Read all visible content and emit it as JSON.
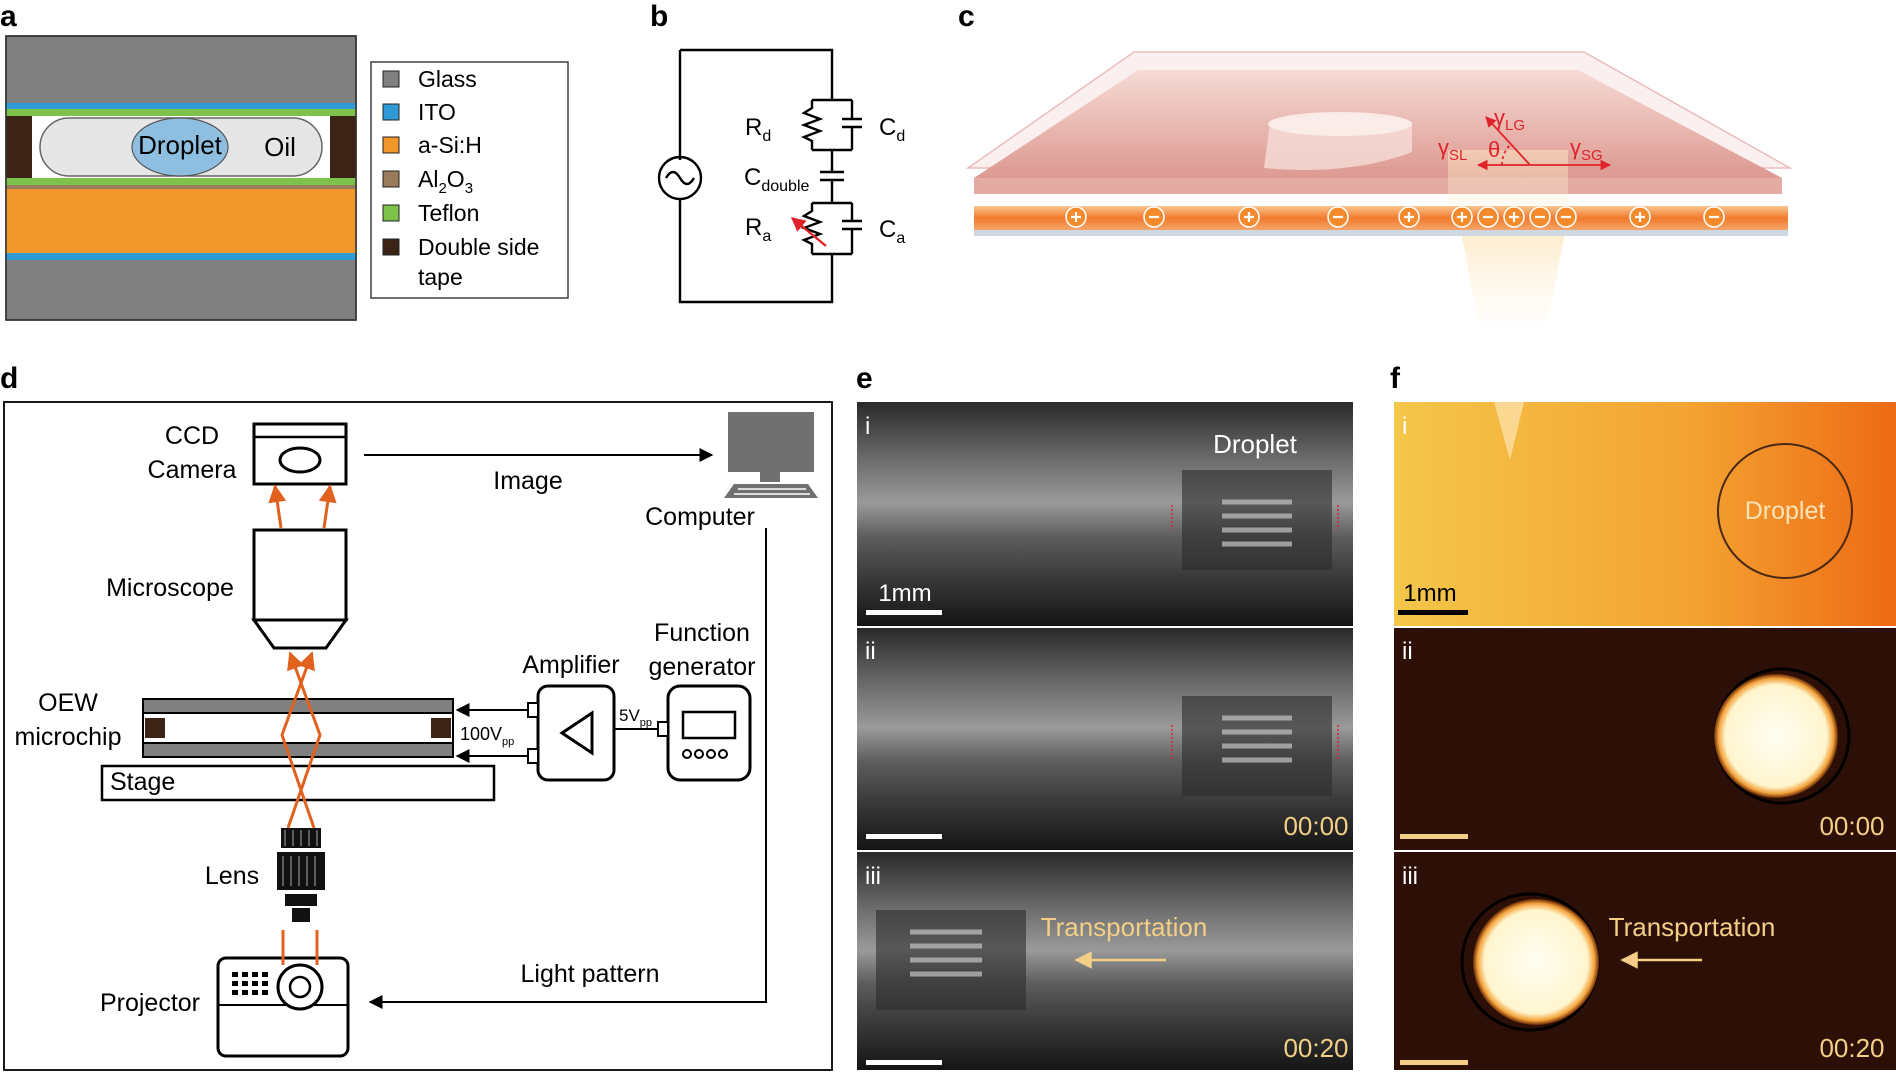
{
  "panels": {
    "a": {
      "letter": "a",
      "droplet": "Droplet",
      "oil": "Oil",
      "legend": {
        "glass": "Glass",
        "ito": "ITO",
        "asi": "a-Si:H",
        "al2o3_a": "Al",
        "al2o3_sub2": "2",
        "al2o3_b": "O",
        "al2o3_sub3": "3",
        "teflon": "Teflon",
        "tape_1": "Double side",
        "tape_2": "tape"
      },
      "colors": {
        "glass": "#808080",
        "ito": "#2e9bd6",
        "asi": "#f0962b",
        "al2o3": "#9a7b5b",
        "teflon": "#7cc24b",
        "tape": "#3b2315",
        "droplet": "#8fbfe0",
        "oil": "#e6e6e6"
      }
    },
    "b": {
      "letter": "b",
      "rd": "R",
      "rd_sub": "d",
      "cd": "C",
      "cd_sub": "d",
      "cdouble": "C",
      "cdouble_sub": "double",
      "ra": "R",
      "ra_sub": "a",
      "ca": "C",
      "ca_sub": "a"
    },
    "c": {
      "letter": "c",
      "gamma": "γ",
      "lg": "LG",
      "sl": "SL",
      "sg": "SG",
      "theta": "θ",
      "accent": "#e0232a"
    },
    "d": {
      "letter": "d",
      "ccd_1": "CCD",
      "ccd_2": "Camera",
      "image": "Image",
      "computer": "Computer",
      "microscope": "Microscope",
      "function_1": "Function",
      "function_2": "generator",
      "amplifier": "Amplifier",
      "oew_1": "OEW",
      "oew_2": "microchip",
      "v100": "100V",
      "v100_sub": "pp",
      "v5": "5V",
      "v5_sub": "pp",
      "stage": "Stage",
      "lens": "Lens",
      "light_pattern": "Light pattern",
      "projector": "Projector",
      "beam_color": "#e0621e"
    },
    "e": {
      "letter": "e",
      "rows": [
        {
          "label": "i",
          "caption": "Droplet",
          "scale": "1mm",
          "time": ""
        },
        {
          "label": "ii",
          "caption": "",
          "scale": "",
          "time": "00:00"
        },
        {
          "label": "iii",
          "caption": "Transportation",
          "scale": "",
          "time": "00:20"
        }
      ],
      "accent": "#f3cf86"
    },
    "f": {
      "letter": "f",
      "rows": [
        {
          "label": "i",
          "caption": "Droplet",
          "scale": "1mm",
          "time": ""
        },
        {
          "label": "ii",
          "caption": "",
          "scale": "",
          "time": "00:00"
        },
        {
          "label": "iii",
          "caption": "Transportation",
          "scale": "",
          "time": "00:20"
        }
      ],
      "accent": "#f3cf86"
    }
  }
}
